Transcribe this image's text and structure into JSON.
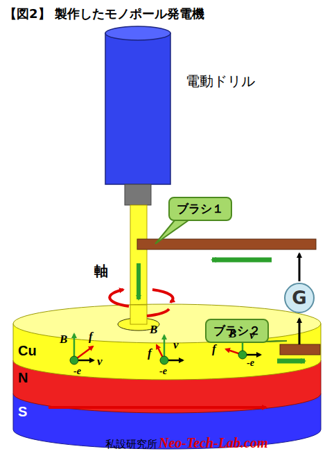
{
  "diagram": {
    "title": "【図2】 製作したモノポール発電機",
    "nodes": [
      {
        "text": [
          "ブラシ１"
        ]
      },
      {
        "text": [
          "ブラシ２"
        ]
      },
      {
        "text": [
          "G"
        ]
      },
      {
        "text": [
          "Cu"
        ]
      },
      {
        "text": [
          "N"
        ]
      },
      {
        "text": [
          "S"
        ]
      }
    ],
    "labels": [
      "電動ドリル",
      "軸",
      "B",
      "f",
      "-e",
      "v",
      "B",
      "v",
      "f",
      "-e",
      "B",
      "v",
      "f",
      "-e",
      "私設研究所",
      "Neo-Tech-Lab.com"
    ]
  }
}
